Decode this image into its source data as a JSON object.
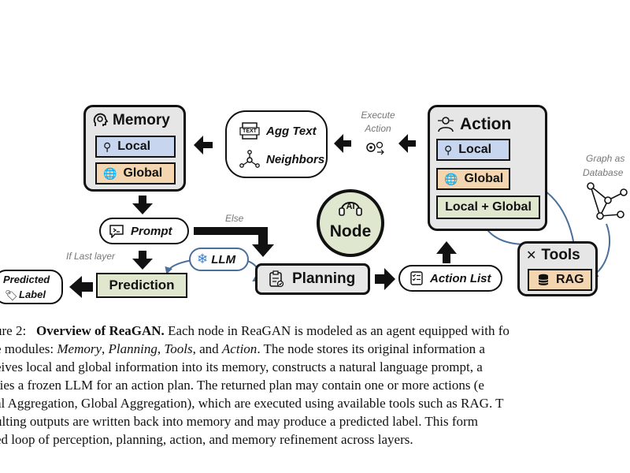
{
  "memory": {
    "title": "Memory",
    "local": "Local",
    "global": "Global",
    "icon": "head-gear-icon"
  },
  "agg": {
    "agg_text": "Agg Text",
    "neighbors": "Neighbors",
    "text_badge": "TEXT"
  },
  "execute_action": {
    "line1": "Execute",
    "line2": "Action"
  },
  "action": {
    "title": "Action",
    "local": "Local",
    "global": "Global",
    "local_global": "Local + Global"
  },
  "graph_db": {
    "line1": "Graph as",
    "line2": "Database"
  },
  "prompt": {
    "label": "Prompt"
  },
  "else_label": "Else",
  "ai_node": {
    "ai": "AI",
    "node": "Node"
  },
  "if_last_layer": "If Last layer",
  "llm": {
    "label": "LLM"
  },
  "predicted_label": {
    "line1": "Predicted",
    "line2": "Label"
  },
  "prediction": {
    "label": "Prediction"
  },
  "planning": {
    "label": "Planning"
  },
  "action_list": {
    "label": "Action List"
  },
  "tools": {
    "title": "Tools",
    "rag": "RAG"
  },
  "colors": {
    "blue": "#c7d6ee",
    "orange": "#f3d5b0",
    "green": "#dfe8cf",
    "gray": "#e6e6e6",
    "arrow_blue": "#4a6f99"
  },
  "caption": {
    "line1_prefix": "ure 2:",
    "line1_bold": "Overview of ReaGAN.",
    "line1_rest": "Each node in ReaGAN is modeled as an agent equipped with fo",
    "line2_a": "e modules:",
    "line2_memory": "Memory",
    "line2_sep1": ",",
    "line2_planning": "Planning",
    "line2_sep2": ",",
    "line2_tools": "Tools",
    "line2_and": ", and",
    "line2_action": "Action",
    "line2_rest": ". The node stores its original information a",
    "line3": "eives local and global information into its memory, constructs a natural language prompt, a",
    "line4": "ries a frozen LLM for an action plan. The returned plan may contain one or more actions (e",
    "line5": "al Aggregation, Global Aggregation), which are executed using available tools such as RAG. T",
    "line6": "ulting outputs are written back into memory and may produce a predicted label.  This form",
    "line7": "ed loop of perception, planning, action, and memory refinement across layers."
  }
}
